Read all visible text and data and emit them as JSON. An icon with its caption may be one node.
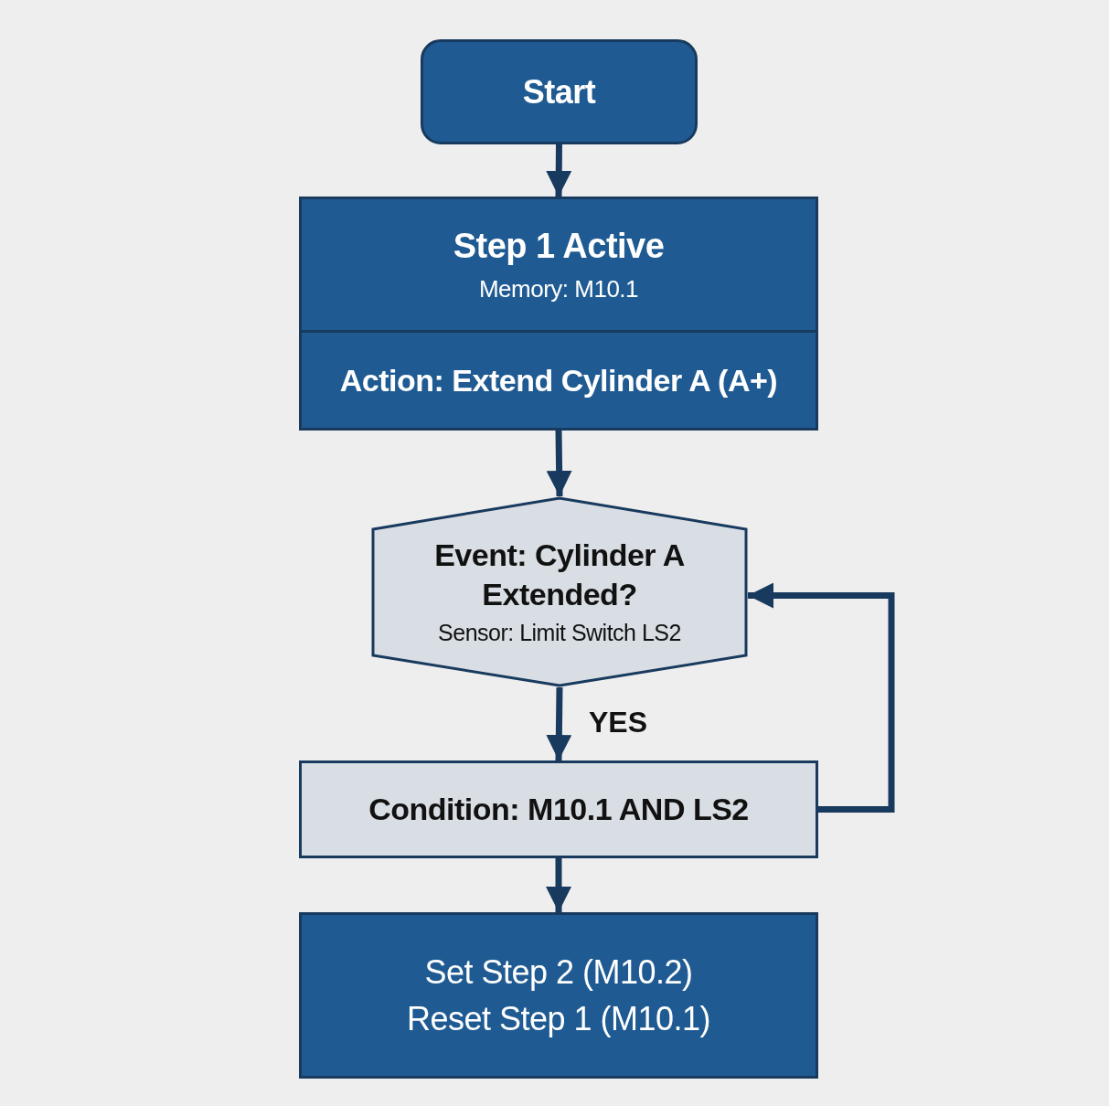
{
  "diagram": {
    "nodes": [
      {
        "text": [
          "Start"
        ]
      },
      {
        "text": [
          "Step 1 Active",
          "Memory: M10.1",
          "Action: Extend Cylinder A (A+)"
        ]
      },
      {
        "text": [
          "Event: Cylinder A Extended?",
          "Sensor: Limit Switch LS2"
        ]
      },
      {
        "text": [
          "Condition: M10.1 AND LS2"
        ]
      },
      {
        "text": [
          "Set Step 2 (M10.2)",
          "Reset Step 1 (M10.1)"
        ]
      }
    ],
    "edges": [
      {
        "from": 0,
        "to": 1,
        "arrow": "to"
      },
      {
        "from": 1,
        "to": 2,
        "arrow": "to"
      },
      {
        "from": 2,
        "to": 3,
        "arrow": "to",
        "label": "YES"
      },
      {
        "from": 3,
        "to": 2,
        "arrow": "to"
      },
      {
        "from": 3,
        "to": 4,
        "arrow": "to"
      }
    ]
  }
}
